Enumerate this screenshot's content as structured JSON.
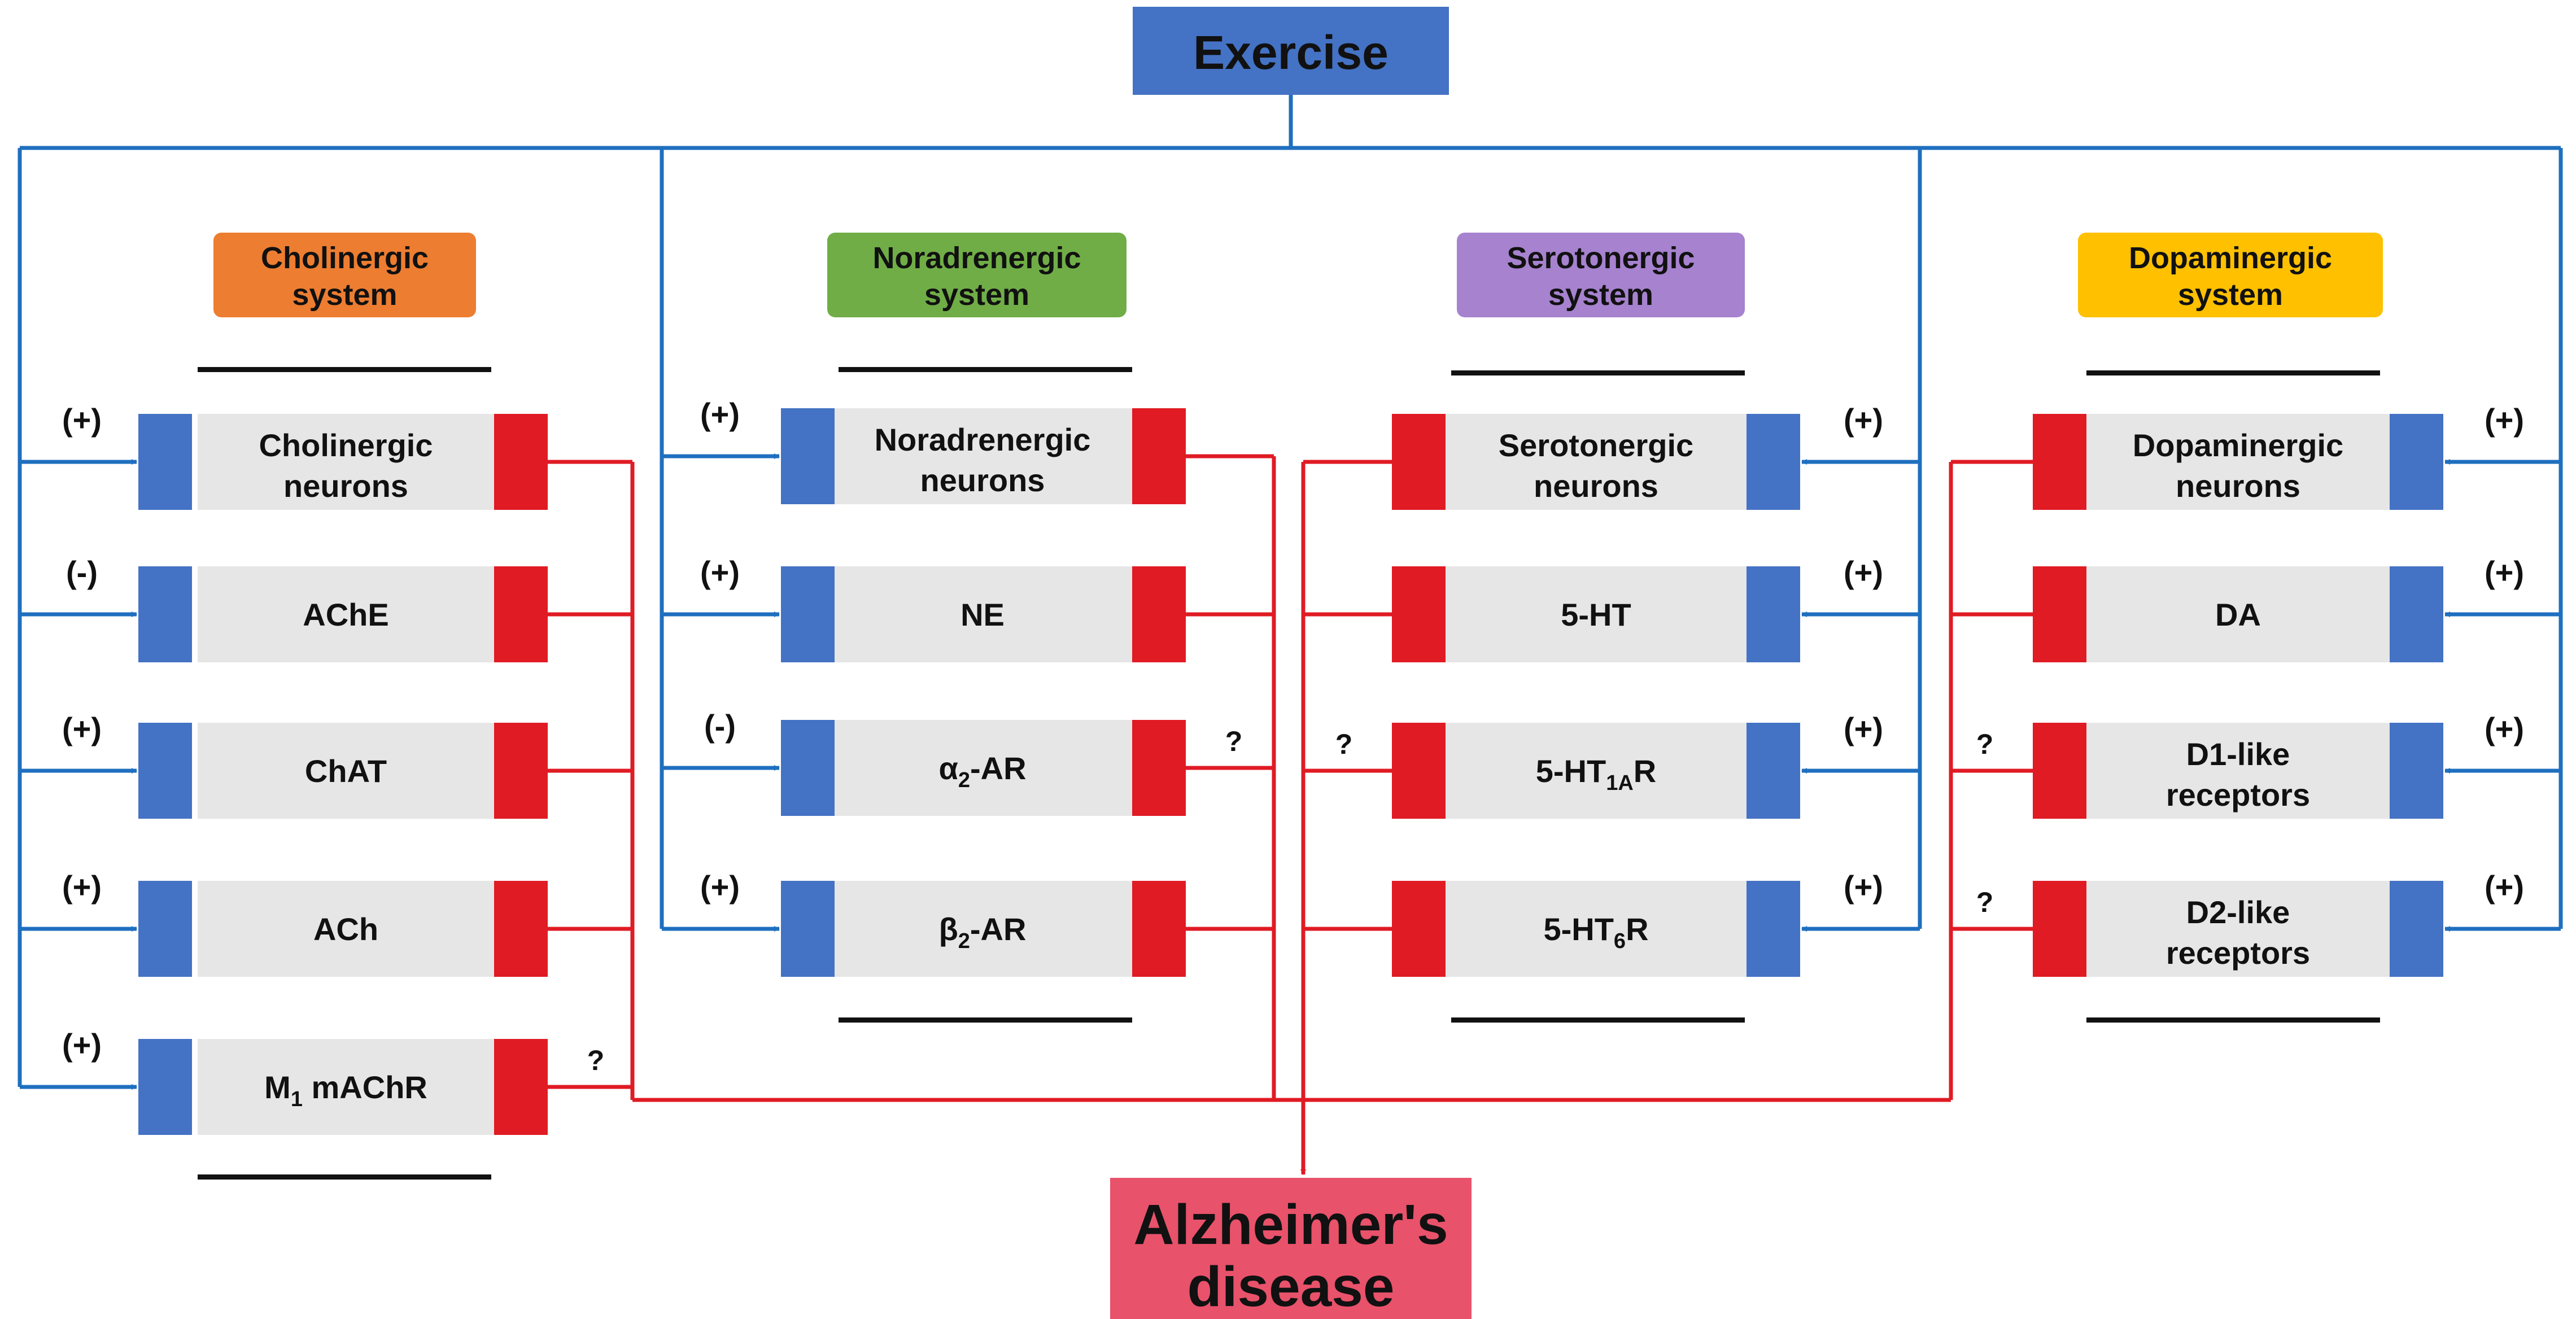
{
  "exercise": {
    "label": "Exercise"
  },
  "outcome": {
    "line1": "Alzheimer's",
    "line2": "disease"
  },
  "colors": {
    "exercise_box": "#4472c4",
    "outcome_box": "#e8526a",
    "blue_line": "#1f6fbf",
    "red_line": "#e01b24",
    "item_box": "#e6e6e6",
    "cholinergic": "#ed7d31",
    "noradrenergic": "#70ad47",
    "serotonergic": "#a682cf",
    "dopaminergic": "#ffc000"
  },
  "systems": [
    {
      "id": "cholinergic",
      "name_line1": "Cholinergic",
      "name_line2": "system",
      "items": [
        {
          "line1": "Cholinergic",
          "line2": "neurons",
          "effect": "(+)",
          "link": ""
        },
        {
          "line1": "AChE",
          "effect": "(-)",
          "link": ""
        },
        {
          "line1": "ChAT",
          "effect": "(+)",
          "link": ""
        },
        {
          "line1": "ACh",
          "effect": "(+)",
          "link": ""
        },
        {
          "line1": "M",
          "sub": "1",
          "rest": " mAChR",
          "effect": "(+)",
          "link": "?"
        }
      ]
    },
    {
      "id": "noradrenergic",
      "name_line1": "Noradrenergic",
      "name_line2": "system",
      "items": [
        {
          "line1": "Noradrenergic",
          "line2": "neurons",
          "effect": "(+)",
          "link": ""
        },
        {
          "line1": "NE",
          "effect": "(+)",
          "link": ""
        },
        {
          "line1": "α",
          "sub": "2",
          "rest": "-AR",
          "effect": "(-)",
          "link": "?"
        },
        {
          "line1": "β",
          "sub": "2",
          "rest": "-AR",
          "effect": "(+)",
          "link": ""
        }
      ]
    },
    {
      "id": "serotonergic",
      "name_line1": "Serotonergic",
      "name_line2": "system",
      "items": [
        {
          "line1": "Serotonergic",
          "line2": "neurons",
          "effect": "(+)",
          "link": ""
        },
        {
          "line1": "5-HT",
          "effect": "(+)",
          "link": ""
        },
        {
          "line1": "5-HT",
          "sub": "1A",
          "rest": "R",
          "effect": "(+)",
          "link": "?"
        },
        {
          "line1": "5-HT",
          "sub": "6",
          "rest": "R",
          "effect": "(+)",
          "link": ""
        }
      ]
    },
    {
      "id": "dopaminergic",
      "name_line1": "Dopaminergic",
      "name_line2": "system",
      "items": [
        {
          "line1": "Dopaminergic",
          "line2": "neurons",
          "effect": "(+)",
          "link": ""
        },
        {
          "line1": "DA",
          "effect": "(+)",
          "link": ""
        },
        {
          "line1": "D1-like",
          "line2": "receptors",
          "effect": "(+)",
          "link": "?"
        },
        {
          "line1": "D2-like",
          "line2": "receptors",
          "effect": "(+)",
          "link": "?"
        }
      ]
    }
  ]
}
